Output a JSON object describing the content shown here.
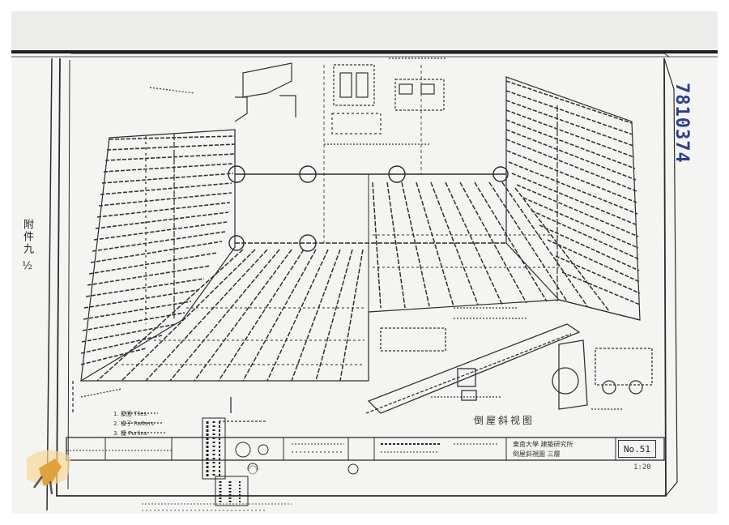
{
  "document": {
    "side_annotation": "附件九 ½",
    "stamp_number": "7810374",
    "drawing_caption": "倒屋斜视图",
    "title_block": {
      "project_name": "東南大學 建築研究所",
      "drawing_name": "倒屋斜視圖 三層",
      "sheet_number": "No.51",
      "scale": "1:20"
    },
    "legend_lines": [
      "1. 屋面 Tiles",
      "2. 椽子 Rafters",
      "3. 檁 Purlins"
    ],
    "colors": {
      "paper": "#f4f4f2",
      "ink": "#2b2b2b",
      "stamp": "#2a3f8f",
      "logo": "#e0a23c"
    },
    "icons": [
      "logo-seal-icon",
      "binder-hole-icon"
    ]
  }
}
